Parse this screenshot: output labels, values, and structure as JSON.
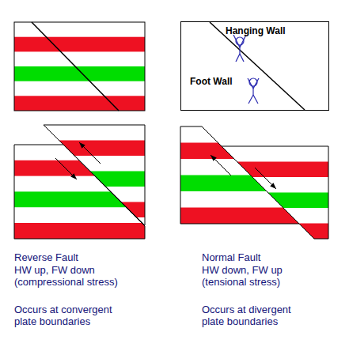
{
  "diagram": {
    "nodes": [
      {
        "text": [
          "Hanging Wall",
          "Foot Wall"
        ]
      }
    ],
    "labels": [
      "Reverse Fault",
      "HW up, FW down",
      "(compressional stress)",
      "Occurs at convergent plate boundaries",
      "Normal Fault",
      "HW down, FW up",
      "(tensional stress)",
      "Occurs at divergent plate boundaries"
    ]
  }
}
